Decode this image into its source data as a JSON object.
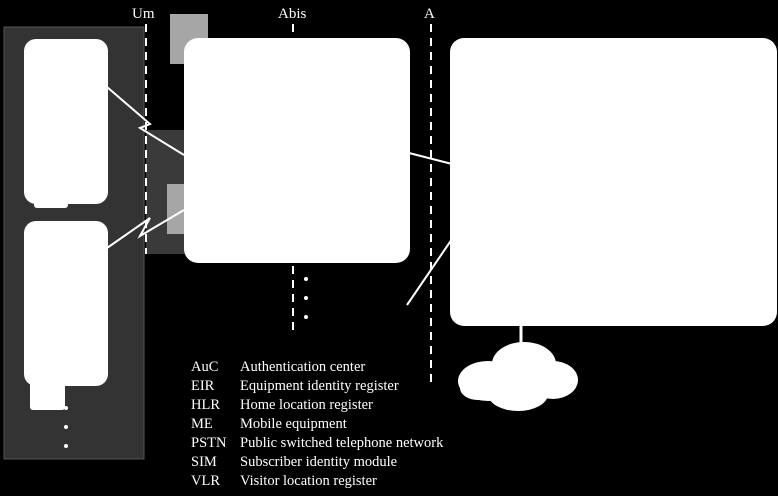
{
  "interfaces": {
    "um": "Um",
    "abis": "Abis",
    "a": "A"
  },
  "legend": [
    {
      "abbr": "AuC",
      "meaning": "Authentication center"
    },
    {
      "abbr": "EIR",
      "meaning": "Equipment identity register"
    },
    {
      "abbr": "HLR",
      "meaning": "Home location register"
    },
    {
      "abbr": "ME",
      "meaning": "Mobile equipment"
    },
    {
      "abbr": "PSTN",
      "meaning": "Public switched telephone network"
    },
    {
      "abbr": "SIM",
      "meaning": "Subscriber identity module"
    },
    {
      "abbr": "VLR",
      "meaning": "Visitor location register"
    }
  ],
  "colors": {
    "background": "#000000",
    "panel": "#333333",
    "box": "#ffffff",
    "sim_box": "#a6a6a6",
    "antenna_box": "#3a3a3a",
    "line": "#ffffff"
  }
}
